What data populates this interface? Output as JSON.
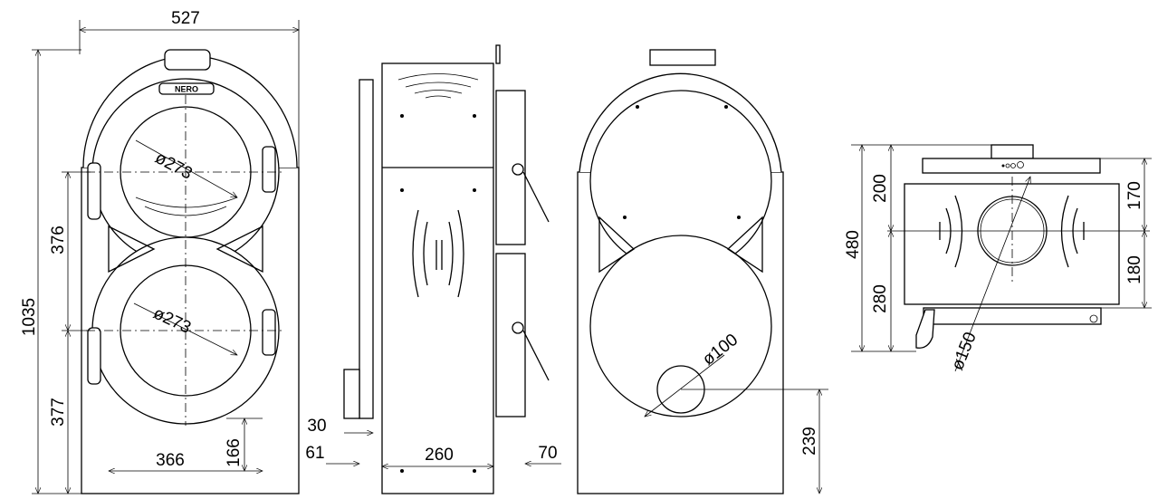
{
  "logo": "NERO",
  "front_view": {
    "width": "527",
    "height_total": "1035",
    "upper_door_height": "376",
    "lower_door_height": "377",
    "upper_door_diameter": "ø273",
    "lower_door_diameter": "ø273",
    "leg_spacing": "366",
    "leg_height": "166"
  },
  "side_view": {
    "door_offset": "30",
    "front_offset": "61",
    "depth": "260",
    "rear_offset": "70"
  },
  "back_view": {
    "flue_diameter": "ø100",
    "flue_height": "239"
  },
  "top_view": {
    "front_depth": "200",
    "total_depth": "480",
    "rear_depth": "280",
    "flue_front": "170",
    "flue_rear": "180",
    "flue_diameter": "ø150"
  }
}
